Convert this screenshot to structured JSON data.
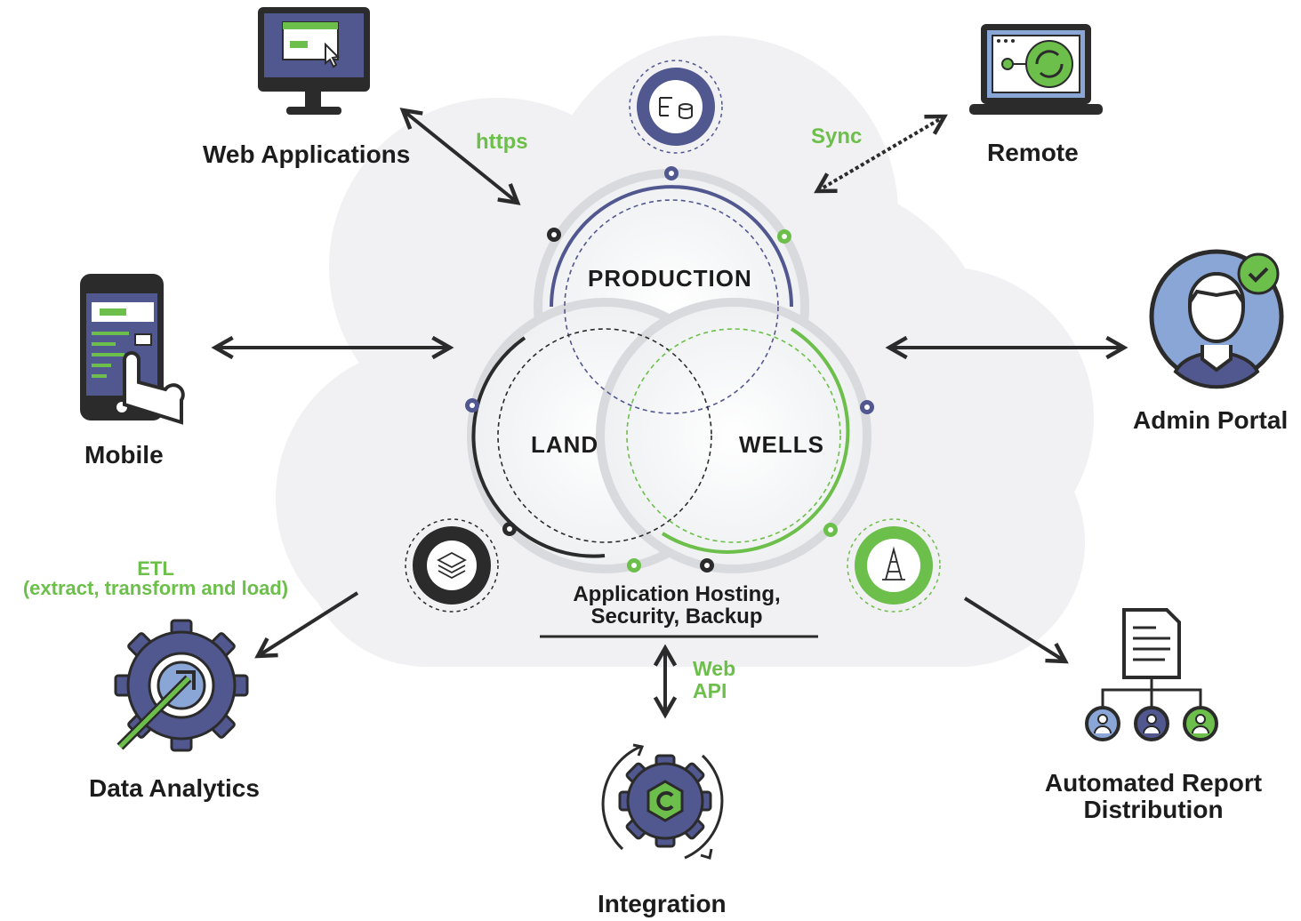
{
  "nodes": {
    "web_applications": "Web Applications",
    "remote": "Remote",
    "mobile": "Mobile",
    "admin_portal": "Admin Portal",
    "data_analytics": "Data Analytics",
    "integration": "Integration",
    "automated_report_line1": "Automated Report",
    "automated_report_line2": "Distribution"
  },
  "connections": {
    "https": "https",
    "sync": "Sync",
    "etl_line1": "ETL",
    "etl_line2": "(extract, transform and load)",
    "web_api_line1": "Web",
    "web_api_line2": "API"
  },
  "core": {
    "production": "PRODUCTION",
    "land": "LAND",
    "wells": "WELLS",
    "hosting_line1": "Application Hosting,",
    "hosting_line2": "Security, Backup"
  },
  "colors": {
    "navy": "#51578f",
    "green": "#6cbf4a",
    "dark": "#2b2b2b",
    "blue_light": "#8aa6d6",
    "cloud": "#f1f1f3"
  },
  "icons": [
    "monitor-icon",
    "laptop-icon",
    "smartphone-icon",
    "user-avatar-icon",
    "gear-analytics-icon",
    "gear-integration-icon",
    "document-hierarchy-icon",
    "database-icon",
    "layers-icon",
    "oil-derrick-icon"
  ]
}
